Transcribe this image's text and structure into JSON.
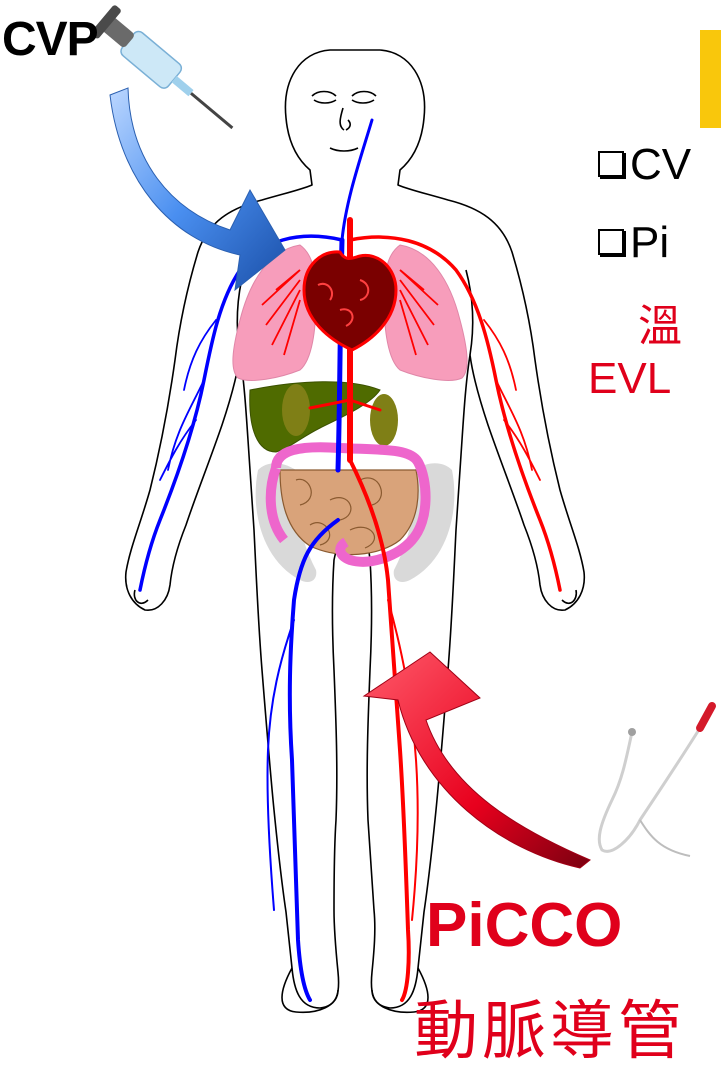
{
  "labels": {
    "cvp": "CVP",
    "bullet_1": "CV",
    "bullet_2": "Pi",
    "red_chinese": "溫",
    "red_evl": "EVL",
    "picco": "PiCCO",
    "picco_sub": "動脈導管"
  },
  "colors": {
    "arterial": "#ff0000",
    "venous": "#0000ff",
    "lung": "#f79dbb",
    "heart": "#7a0000",
    "liver": "#4f6b00",
    "kidney": "#7f7f16",
    "colon": "#ee66cc",
    "small_intestine": "#d9a37a",
    "pelvis": "#d9d9d9",
    "arrow_blue": "#4a8ff0",
    "arrow_red": "#e8001d",
    "highlight_box": "#f9c70c"
  },
  "icons": [
    "syringe-icon",
    "catheter-icon",
    "arrow-blue-icon",
    "arrow-red-icon"
  ]
}
